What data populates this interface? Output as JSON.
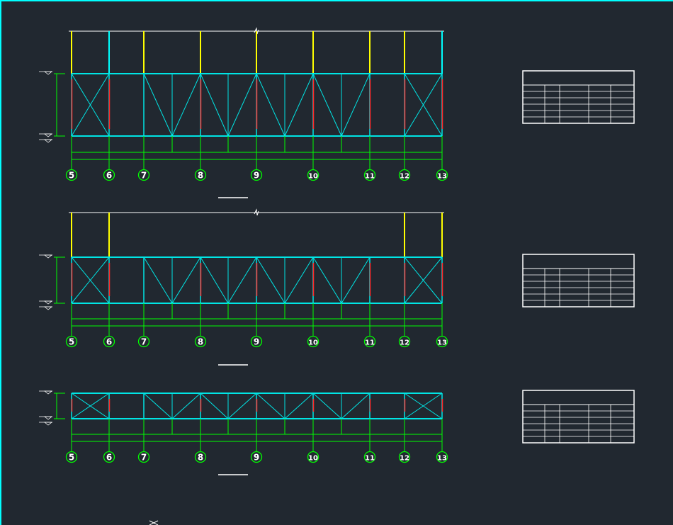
{
  "drawing": {
    "colors": {
      "background": "#212830",
      "brace": "#00e5e5",
      "column_yellow": "#ffff00",
      "column_cyan": "#00ffff",
      "red_member": "#ff2a2a",
      "dimension": "#00ff00",
      "axis_bubble": "#00ff00",
      "white_line": "#ffffff",
      "frame": "#00ffff"
    },
    "elevations": [
      {
        "axes": [
          "5",
          "6",
          "7",
          "8",
          "9",
          "10",
          "11",
          "12",
          "13"
        ],
        "top_columns": [
          {
            "axis": "5",
            "color": "yellow"
          },
          {
            "axis": "6",
            "color": "cyan"
          },
          {
            "axis": "7",
            "color": "yellow"
          },
          {
            "axis": "8",
            "color": "yellow"
          },
          {
            "axis": "9",
            "color": "yellow"
          },
          {
            "axis": "10",
            "color": "yellow"
          },
          {
            "axis": "11",
            "color": "yellow"
          },
          {
            "axis": "12",
            "color": "yellow"
          },
          {
            "axis": "13",
            "color": "cyan"
          }
        ]
      },
      {
        "axes": [
          "5",
          "6",
          "7",
          "8",
          "9",
          "10",
          "11",
          "12",
          "13"
        ],
        "top_columns": [
          {
            "axis": "5",
            "color": "yellow"
          },
          {
            "axis": "6",
            "color": "yellow"
          },
          {
            "axis": "12",
            "color": "yellow"
          },
          {
            "axis": "13",
            "color": "yellow"
          }
        ]
      },
      {
        "axes": [
          "5",
          "6",
          "7",
          "8",
          "9",
          "10",
          "11",
          "12",
          "13"
        ],
        "top_columns": []
      }
    ],
    "tables": [
      {
        "rows": 6,
        "cols": 5
      },
      {
        "rows": 6,
        "cols": 5
      },
      {
        "rows": 6,
        "cols": 5
      }
    ]
  }
}
